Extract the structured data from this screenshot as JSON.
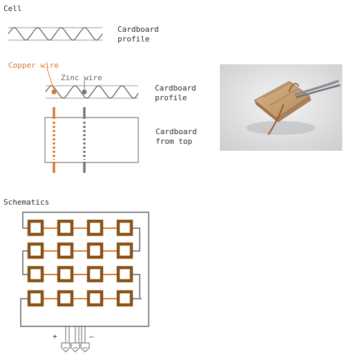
{
  "cell": {
    "heading": "Cell",
    "label_profile_top": "Cardboard\nprofile",
    "label_copper_wire": "Copper wire",
    "label_zinc_wire": "Zinc wire",
    "label_profile_mid": "Cardboard\nprofile",
    "label_from_top": "Cardboard\nfrom top"
  },
  "schematics": {
    "heading": "Schematics",
    "plus": "+",
    "minus": "–",
    "rows": 4,
    "cols": 4
  },
  "colors": {
    "copper": "#d97a32",
    "zinc": "#777777",
    "cell_brown": "#8a5218",
    "wire_gray": "#777777",
    "cardboard_line": "#999999"
  }
}
